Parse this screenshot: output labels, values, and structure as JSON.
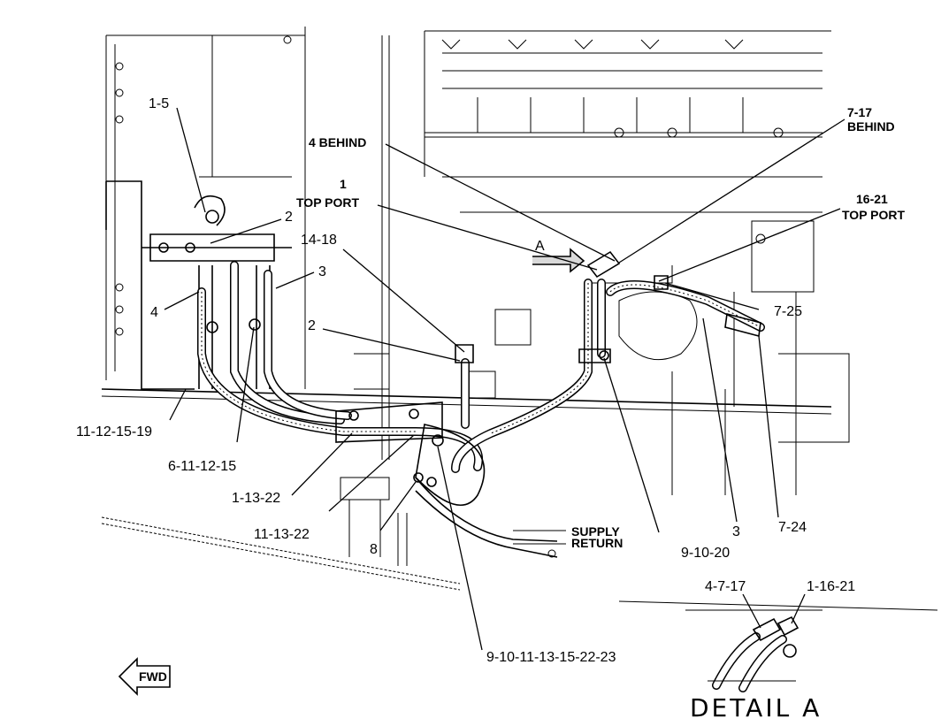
{
  "labels": {
    "l_1_5": "1-5",
    "l_2_top": "2",
    "l_3_left": "3",
    "l_4_left": "4",
    "l_1": "1",
    "l_top_port_1": "TOP PORT",
    "l_14_18": "14-18",
    "l_2_mid": "2",
    "l_4_behind": "4 BEHIND",
    "l_7_17": "7-17",
    "l_behind": "BEHIND",
    "l_16_21": "16-21",
    "l_top_port_2": "TOP PORT",
    "l_7_25": "7-25",
    "l_11_12_15_19": "11-12-15-19",
    "l_6_11_12_15": "6-11-12-15",
    "l_1_13_22": "1-13-22",
    "l_11_13_22": "11-13-22",
    "l_8": "8",
    "l_supply": "SUPPLY",
    "l_return": "RETURN",
    "l_9_10_20": "9-10-20",
    "l_3_right": "3",
    "l_7_24": "7-24",
    "l_4_7_17": "4-7-17",
    "l_1_16_21": "1-16-21",
    "l_9_10_11": "9-10-11-13-15-22-23",
    "view_marker": "A",
    "fwd": "FWD",
    "detail_title": "DETAIL A"
  }
}
